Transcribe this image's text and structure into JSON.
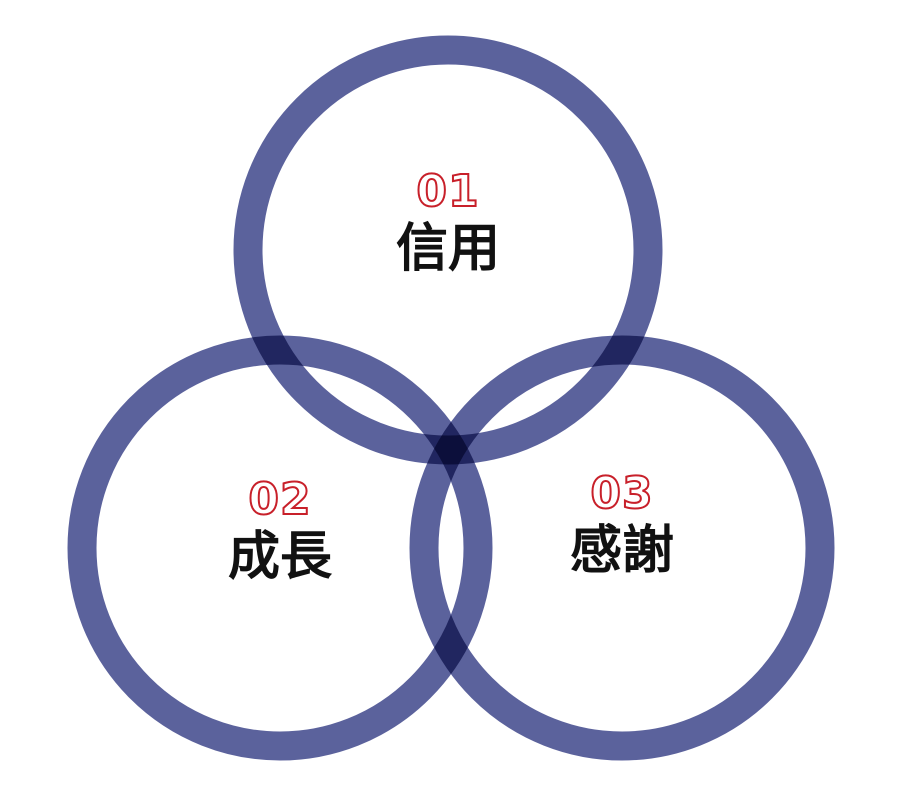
{
  "colors": {
    "ring": "#2d3580",
    "number": "#c8202a",
    "text": "#111111",
    "background": "#ffffff"
  },
  "values": [
    {
      "number": "01",
      "label": "信用"
    },
    {
      "number": "02",
      "label": "成長"
    },
    {
      "number": "03",
      "label": "感謝"
    }
  ]
}
